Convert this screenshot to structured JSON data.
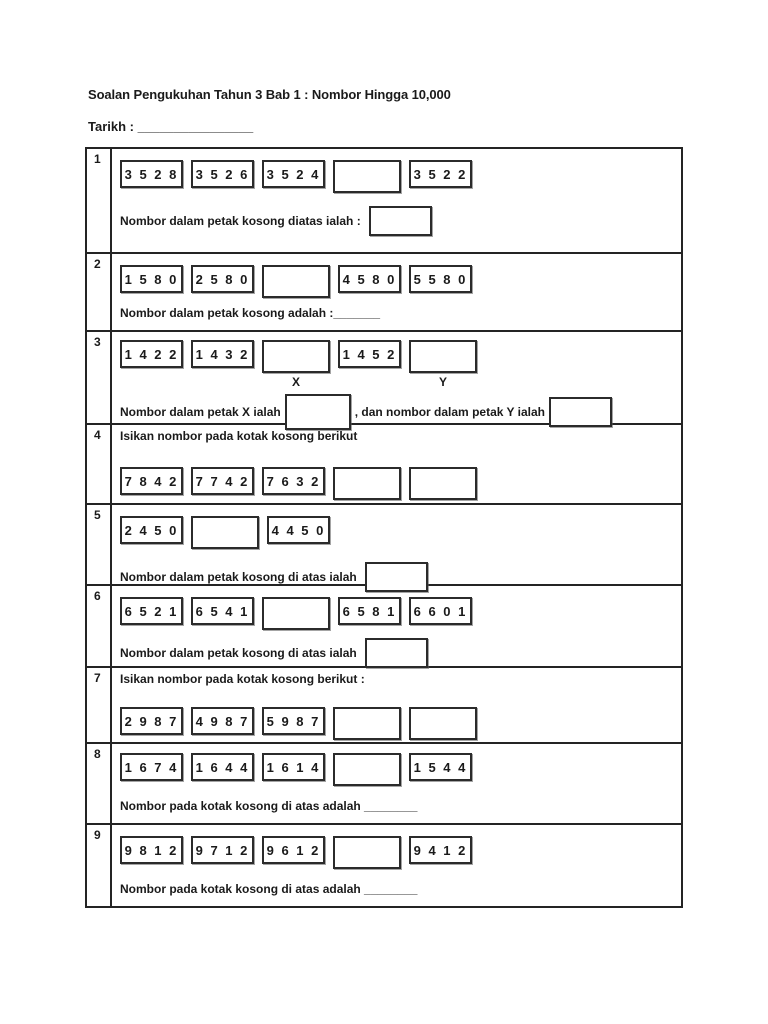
{
  "header": {
    "title": "Soalan Pengukuhan Tahun 3 Bab 1 : Nombor Hingga 10,000",
    "date_line": "Tarikh : ________________"
  },
  "questions": [
    {
      "number": "1",
      "boxes": [
        "3 5 2 8",
        "3 5 2 6",
        "3 5 2 4",
        "",
        "3 5 2 2"
      ],
      "prompt": "Nombor dalam petak kosong diatas ialah :"
    },
    {
      "number": "2",
      "boxes": [
        "1 5 8 0",
        "2 5 8 0",
        "",
        "4 5 8 0",
        "5 5 8 0"
      ],
      "prompt": "Nombor dalam petak kosong adalah :_______"
    },
    {
      "number": "3",
      "boxes": [
        "1 4 2 2",
        "1 4 3 2",
        "",
        "1 4 5 2",
        ""
      ],
      "label_x": "X",
      "label_y": "Y",
      "prompt_x": "Nombor dalam petak X ialah",
      "prompt_y": ", dan nombor dalam petak Y ialah"
    },
    {
      "number": "4",
      "instruction": "Isikan nombor pada kotak kosong berikut",
      "boxes": [
        "7 8 4 2",
        "7 7 4 2",
        "7 6 3 2",
        "",
        ""
      ]
    },
    {
      "number": "5",
      "boxes": [
        "2 4 5 0",
        "",
        "4 4 5 0"
      ],
      "prompt": "Nombor dalam petak kosong di atas ialah"
    },
    {
      "number": "6",
      "boxes": [
        "6 5 2 1",
        "6 5 4 1",
        "",
        "6 5 8 1",
        "6 6 0 1"
      ],
      "prompt": "Nombor dalam petak kosong di atas ialah"
    },
    {
      "number": "7",
      "instruction": "Isikan nombor pada kotak kosong berikut :",
      "boxes": [
        "2 9 8 7",
        "4 9 8 7",
        "5 9 8 7",
        "",
        ""
      ]
    },
    {
      "number": "8",
      "boxes": [
        "1 6 7 4",
        "1 6 4 4",
        "1 6 1 4",
        "",
        "1 5 4 4"
      ],
      "prompt": "Nombor pada kotak kosong di atas adalah ________"
    },
    {
      "number": "9",
      "boxes": [
        "9 8 1 2",
        "9 7 1 2",
        "9 6 1 2",
        "",
        "9 4 1 2"
      ],
      "prompt": "Nombor pada kotak kosong di atas adalah ________"
    }
  ]
}
